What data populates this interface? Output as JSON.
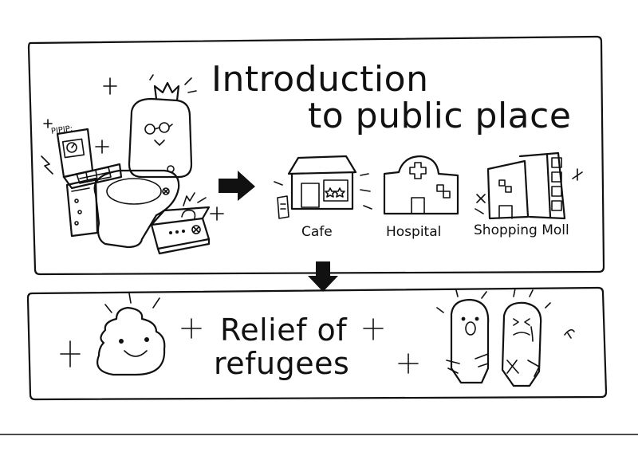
{
  "top_panel": {
    "title_line1": "Introduction",
    "title_line2": "to public place",
    "phone_text": "PIPIP:",
    "places": [
      {
        "label": "Cafe",
        "icon": "cafe-building-icon"
      },
      {
        "label": "Hospital",
        "icon": "hospital-building-icon"
      },
      {
        "label": "Shopping Moll",
        "icon": "shopping-mall-building-icon"
      }
    ]
  },
  "bottom_panel": {
    "title_line1": "Relief of",
    "title_line2": "refugees"
  },
  "icons": [
    "smart-toilet-icon",
    "crown-icon",
    "control-panel-icon",
    "speaker-box-icon",
    "arrow-right-icon",
    "arrow-down-icon",
    "poop-icon",
    "sparkle-icon",
    "refugee-characters-icon"
  ],
  "colors": {
    "ink": "#111111",
    "paper": "#ffffff"
  }
}
